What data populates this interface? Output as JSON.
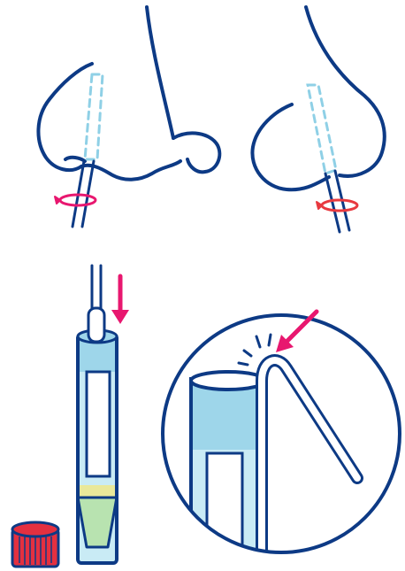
{
  "figure": {
    "panels": [
      {
        "name": "swab-nostril-front-view",
        "icons": [
          "nose-front-icon",
          "swab-icon",
          "rotation-arrow-icon"
        ]
      },
      {
        "name": "swab-nostril-side-view",
        "icons": [
          "nose-side-icon",
          "swab-icon",
          "rotation-arrow-icon"
        ]
      },
      {
        "name": "insert-swab-into-tube",
        "icons": [
          "tube-icon",
          "swab-icon",
          "down-arrow-icon",
          "cap-icon"
        ]
      },
      {
        "name": "break-swab-stick",
        "icons": [
          "magnifier-circle-icon",
          "bent-swab-icon",
          "pointer-arrow-icon",
          "snap-lines-icon"
        ]
      }
    ]
  },
  "colors": {
    "outline": "#0d3a85",
    "liquid": "#9ed6ea",
    "liquid_light": "#c9ebf5",
    "swab_dashed": "#8fd0e6",
    "accent_arrow": "#e8176f",
    "rotation_arrow_right": "#e8393f",
    "cap_red": "#e43040",
    "reagent_yellow": "#e9e89a",
    "reagent_green": "#b8e3b0"
  }
}
